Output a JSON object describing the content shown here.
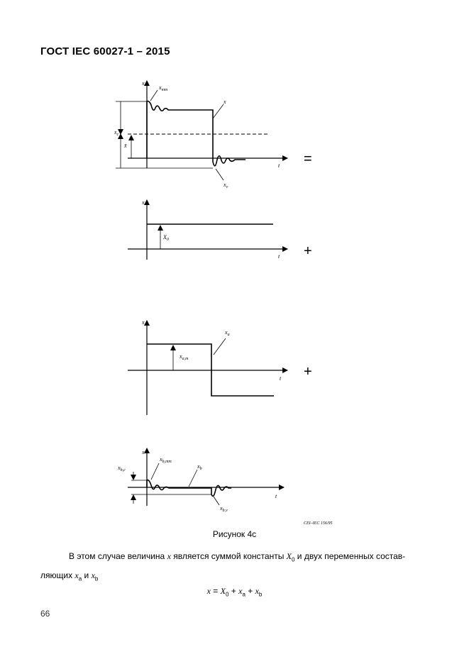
{
  "header": {
    "title": "ГОСТ  IEC 60027-1 – 2015"
  },
  "figure": {
    "panel1": {
      "x": "x",
      "t": "t",
      "x_mm": "x",
      "x_mm_sub": "mm",
      "curve": "x",
      "x_c": "x",
      "x_c_sub": "c",
      "x_bar": "x̄",
      "x_v": "x",
      "x_v_sub": "v",
      "op": "="
    },
    "panel2": {
      "x": "x",
      "t": "t",
      "X0": "X",
      "X0_sub": "0",
      "op": "+"
    },
    "panel3": {
      "x": "x",
      "t": "t",
      "xa": "x",
      "xa_sub": "a",
      "xam": "x",
      "xam_sub": "a,m",
      "op": "+"
    },
    "panel4": {
      "x": "x",
      "t": "t",
      "xbc": "x",
      "xbc_sub": "b,c",
      "xbmm": "x",
      "xbmm_sub": "b,mm",
      "xb": "x",
      "xb_sub": "b",
      "xbv": "x",
      "xbv_sub": "b,v"
    },
    "credit": "CEI–IEC  156/95"
  },
  "caption": "Рисунок 4c",
  "paragraph": {
    "part1": "В этом случае величина ",
    "x": "x",
    "part2": " является суммой константы ",
    "X": "X",
    "X_sub": "0",
    "part3": " и двух переменных состав-ляющих ",
    "xa": "x",
    "xa_sub": "a",
    "and": " и ",
    "xb": "x",
    "xb_sub": "b"
  },
  "formula": {
    "x": "x",
    "eq": " = ",
    "X": "X",
    "X_sub": "0",
    "plus1": " + ",
    "xa": "x",
    "xa_sub": "a",
    "plus2": " + ",
    "xb": "x",
    "xb_sub": "b"
  },
  "page_number": "66"
}
